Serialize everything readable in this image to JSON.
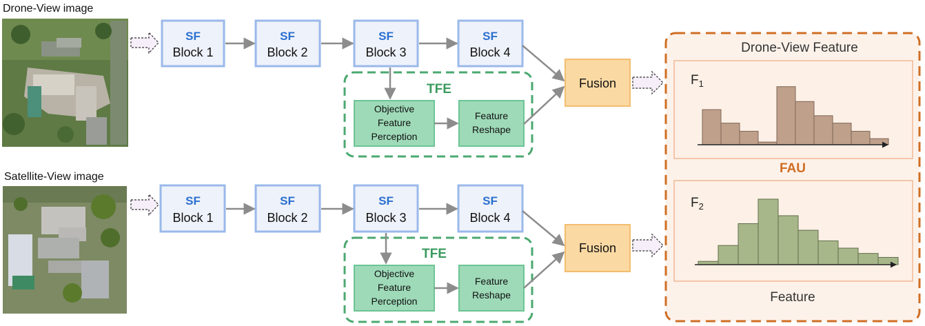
{
  "branches": [
    {
      "caption": "Drone-View image",
      "blocks": [
        {
          "sf": "SF",
          "name": "Block 1"
        },
        {
          "sf": "SF",
          "name": "Block 2"
        },
        {
          "sf": "SF",
          "name": "Block 3"
        },
        {
          "sf": "SF",
          "name": "Block 4"
        }
      ],
      "tfe": {
        "title": "TFE",
        "perception": [
          "Objective",
          "Feature",
          "Perception"
        ],
        "reshape": [
          "Feature",
          "Reshape"
        ]
      },
      "fusion": "Fusion"
    },
    {
      "caption": "Satellite-View image",
      "blocks": [
        {
          "sf": "SF",
          "name": "Block 1"
        },
        {
          "sf": "SF",
          "name": "Block 2"
        },
        {
          "sf": "SF",
          "name": "Block 3"
        },
        {
          "sf": "SF",
          "name": "Block 4"
        }
      ],
      "tfe": {
        "title": "TFE",
        "perception": [
          "Objective",
          "Feature",
          "Perception"
        ],
        "reshape": [
          "Feature",
          "Reshape"
        ]
      },
      "fusion": "Fusion"
    }
  ],
  "fau": {
    "top_title": "Drone-View Feature",
    "center_label": "FAU",
    "bottom_title": "Feature",
    "hist1": {
      "label": "F",
      "sub": "1",
      "values": [
        0.52,
        0.32,
        0.2,
        0.04,
        0.86,
        0.64,
        0.43,
        0.32,
        0.2,
        0.09
      ],
      "color": "#bfa08b",
      "stroke": "#7d6656"
    },
    "hist2": {
      "label": "F",
      "sub": "2",
      "values": [
        0.05,
        0.29,
        0.62,
        0.99,
        0.74,
        0.52,
        0.36,
        0.25,
        0.17,
        0.11
      ],
      "color": "#a8b78a",
      "stroke": "#5f6d4a"
    }
  },
  "colors": {
    "sf_text": "#2a6fd0",
    "block_border": "#9ab8ea",
    "block_fill": "#eef2fa",
    "tfe_border": "#4aa86f",
    "tfe_title": "#3a9a5e",
    "tfe_box_fill": "#9edab8",
    "tfe_box_border": "#6cc495",
    "fusion_fill": "#fbd9a3",
    "fusion_border": "#f2bd6e",
    "fau_border": "#cf6e24",
    "fau_fill": "#fdf2ea",
    "fau_label": "#cf6e24",
    "arrow": "#8c8c8c"
  }
}
